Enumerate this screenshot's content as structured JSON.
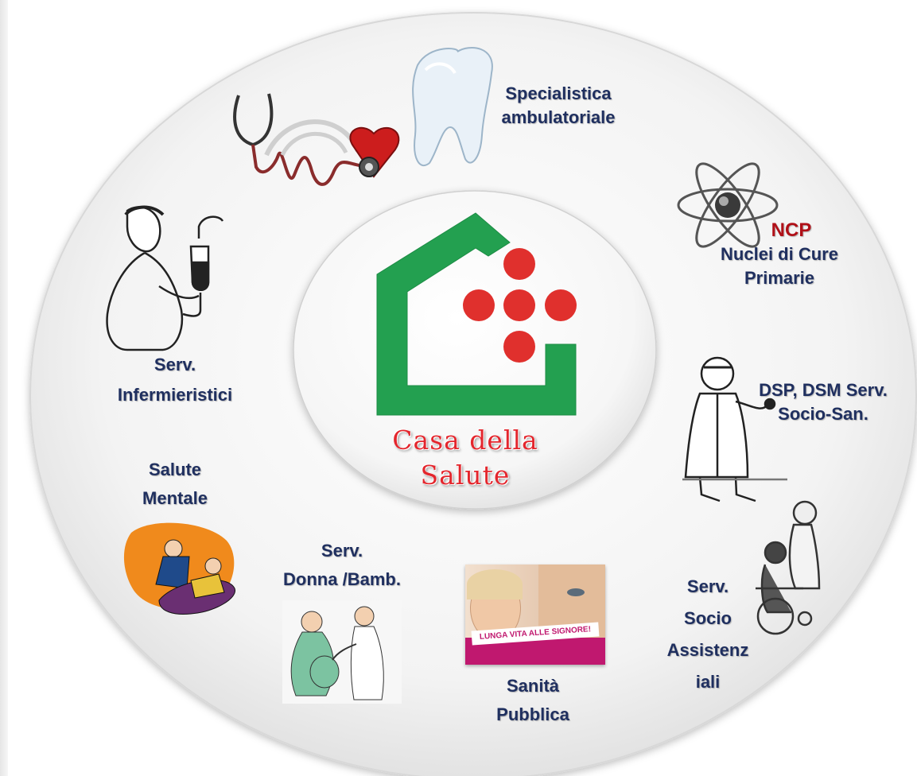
{
  "center": {
    "line1": "Casa della",
    "line2": "Salute",
    "colors": {
      "house": "#23a050",
      "dots": "#e0302d"
    }
  },
  "services": {
    "specialistica": {
      "line1": "Specialistica",
      "line2": "ambulatoriale",
      "icons": [
        "stethoscope-heart-icon",
        "tooth-icon"
      ]
    },
    "ncp": {
      "line1": "NCP",
      "line2": "Nuclei di Cure",
      "line3": "Primarie",
      "icon": "atom-icon"
    },
    "dsp": {
      "line1": "DSP, DSM Serv.",
      "line2": "Socio-San.",
      "icon": "doctor-icon"
    },
    "socio_assistenziali": {
      "line1": "Serv.",
      "line2": "Socio",
      "line3": "Assistenz",
      "line4": "iali",
      "icon": "wheelchair-icon"
    },
    "sanita_pubblica": {
      "line1": "Sanità",
      "line2": "Pubblica",
      "icon": "public-health-poster",
      "poster_text": "LUNGA VITA ALLE SIGNORE!"
    },
    "donna_bamb": {
      "line1": "Serv.",
      "line2": "Donna /Bamb.",
      "icon": "pregnant-woman-doctor-icon"
    },
    "salute_mentale": {
      "line1": "Salute",
      "line2": "Mentale",
      "icon": "therapist-couch-icon"
    },
    "infermieristici": {
      "line1": "Serv.",
      "line2": "Infermieristici",
      "icon": "nurse-iv-icon"
    }
  },
  "colors": {
    "label": "#1f2f5f",
    "ncp": "#b01018",
    "title": "#e3262d"
  }
}
